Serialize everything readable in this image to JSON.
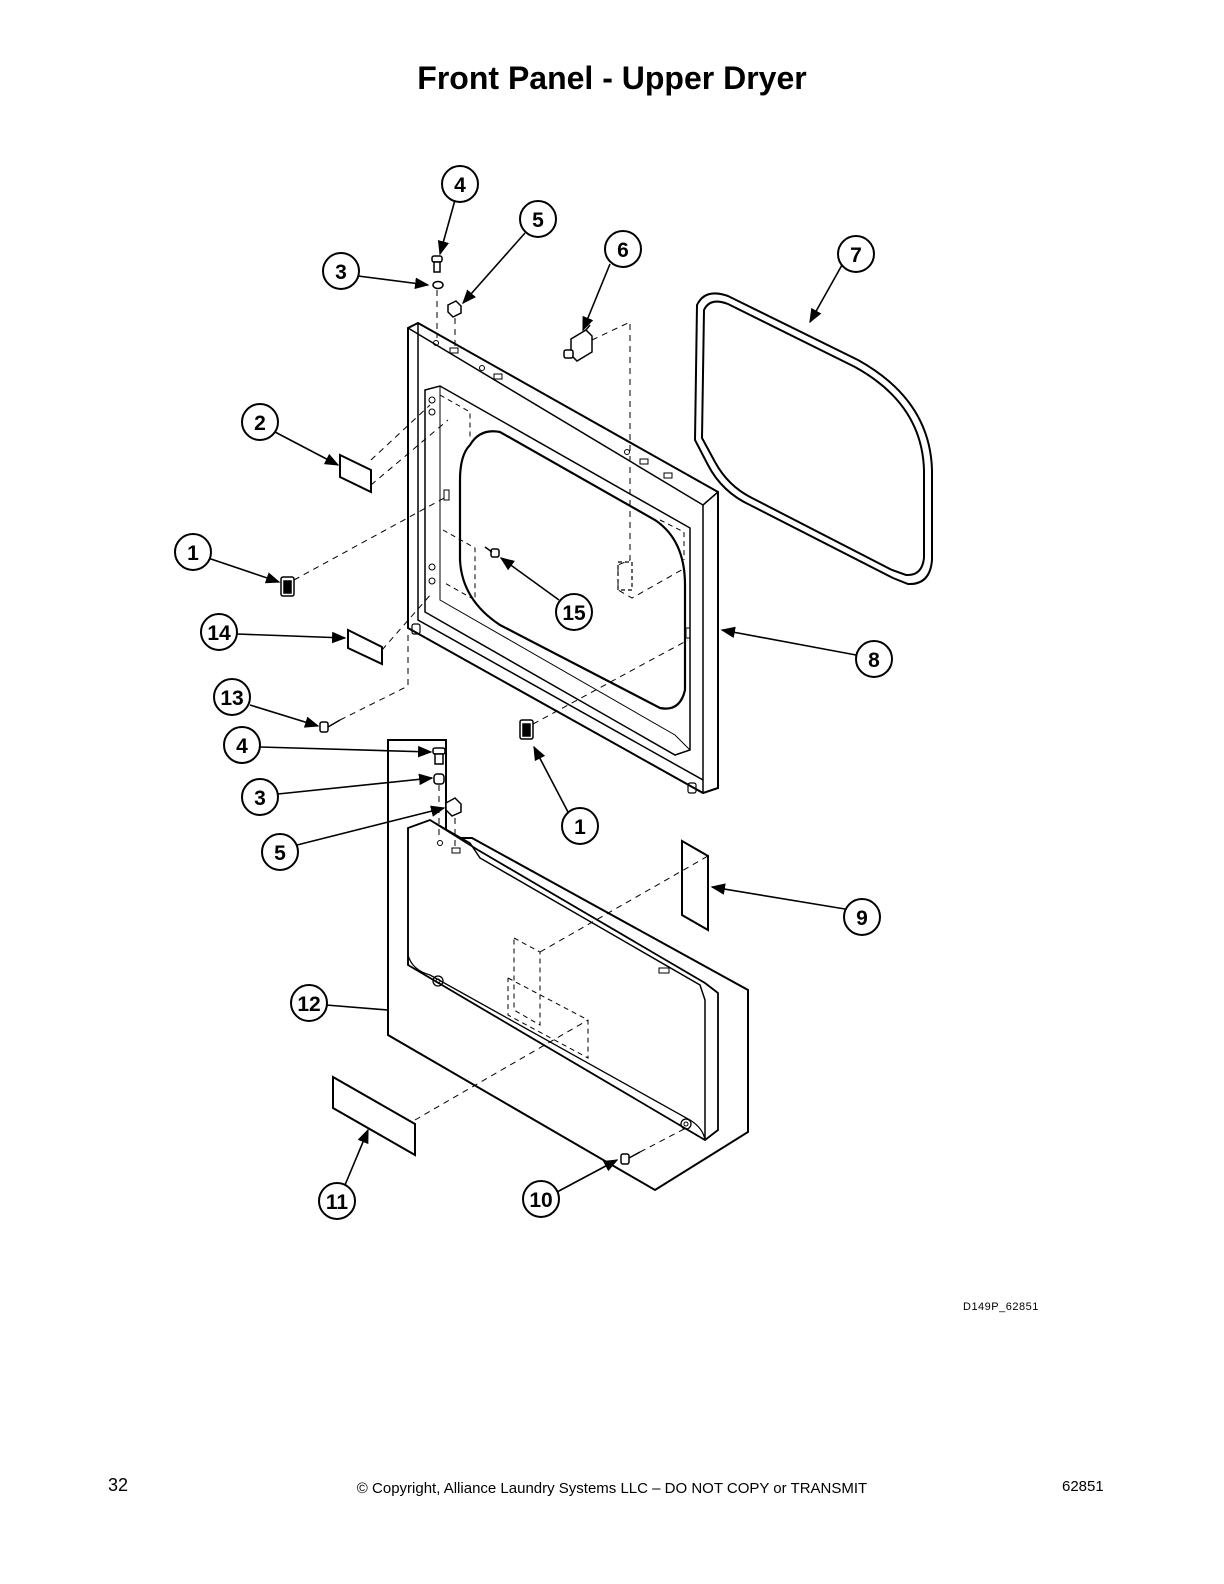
{
  "title": "Front Panel - Upper Dryer",
  "figure_ref": "D149P_62851",
  "footer": {
    "page_number": "32",
    "copyright": "© Copyright, Alliance Laundry Systems LLC – DO NOT COPY or TRANSMIT",
    "doc_number": "62851"
  },
  "callouts": [
    "4",
    "5",
    "3",
    "6",
    "7",
    "2",
    "1",
    "15",
    "14",
    "8",
    "13",
    "4",
    "3",
    "1",
    "5",
    "9",
    "12",
    "11",
    "10"
  ]
}
